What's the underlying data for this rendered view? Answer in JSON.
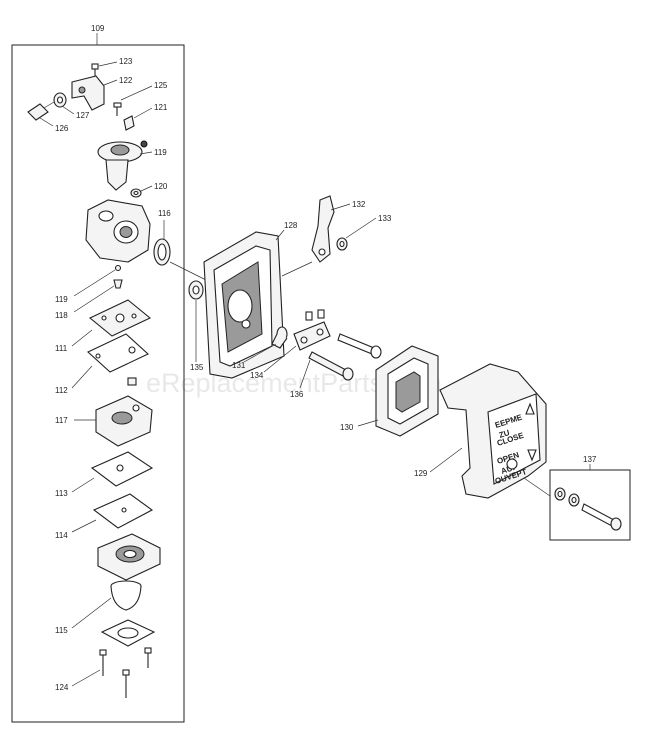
{
  "watermark": "eReplacementParts.com",
  "labels": {
    "l109": "109",
    "l123": "123",
    "l122": "122",
    "l125": "125",
    "l121": "121",
    "l126": "126",
    "l127": "127",
    "l119a": "119",
    "l120": "120",
    "l116": "116",
    "l119b": "119",
    "l118": "118",
    "l111": "111",
    "l112": "112",
    "l117": "117",
    "l113": "113",
    "l114": "114",
    "l115": "115",
    "l124": "124",
    "l128": "128",
    "l132": "132",
    "l133": "133",
    "l135": "135",
    "l131": "131",
    "l134": "134",
    "l136": "136",
    "l130": "130",
    "l129": "129",
    "l137": "137"
  },
  "cover_text": {
    "t1": "EEPME",
    "t2": "ZU",
    "t3": "CLOSE",
    "t4": "OPEN",
    "t5": "AUF",
    "t6": "OUVEPT"
  }
}
